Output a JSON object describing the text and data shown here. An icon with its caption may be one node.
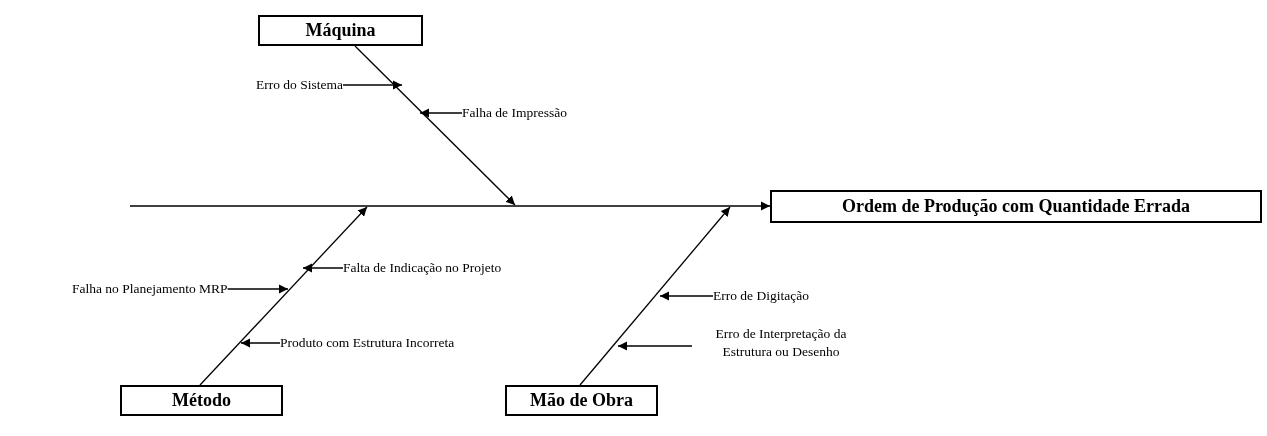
{
  "diagram": {
    "nodes": [
      {
        "text": [
          "Máquina"
        ]
      },
      {
        "text": [
          "Erro do Sistema"
        ]
      },
      {
        "text": [
          "Falha de Impressão"
        ]
      },
      {
        "text": [
          "Ordem de Produção com Quantidade Errada"
        ]
      },
      {
        "text": [
          "Falta de Indicação no Projeto"
        ]
      },
      {
        "text": [
          "Falha no Planejamento MRP"
        ]
      },
      {
        "text": [
          "Erro de Digitação"
        ]
      },
      {
        "text": [
          "Produto com Estrutura Incorreta"
        ]
      },
      {
        "text": [
          "Erro de Interpretação da Estrutura ou Desenho"
        ]
      },
      {
        "text": [
          "Método"
        ]
      },
      {
        "text": [
          "Mão de Obra"
        ]
      }
    ],
    "edges": [
      {
        "from": null,
        "to": 3,
        "arrow": "to"
      },
      {
        "from": 0,
        "to": null,
        "arrow": "to"
      },
      {
        "from": 9,
        "to": null,
        "arrow": "to"
      },
      {
        "from": 10,
        "to": null,
        "arrow": "to"
      },
      {
        "from": 1,
        "to": null,
        "arrow": "to"
      },
      {
        "from": 2,
        "to": null,
        "arrow": "to"
      },
      {
        "from": 4,
        "to": null,
        "arrow": "to"
      },
      {
        "from": 5,
        "to": null,
        "arrow": "to"
      },
      {
        "from": 6,
        "to": null,
        "arrow": "to"
      },
      {
        "from": 7,
        "to": null,
        "arrow": "to"
      },
      {
        "from": 8,
        "to": null,
        "arrow": "to"
      }
    ]
  }
}
